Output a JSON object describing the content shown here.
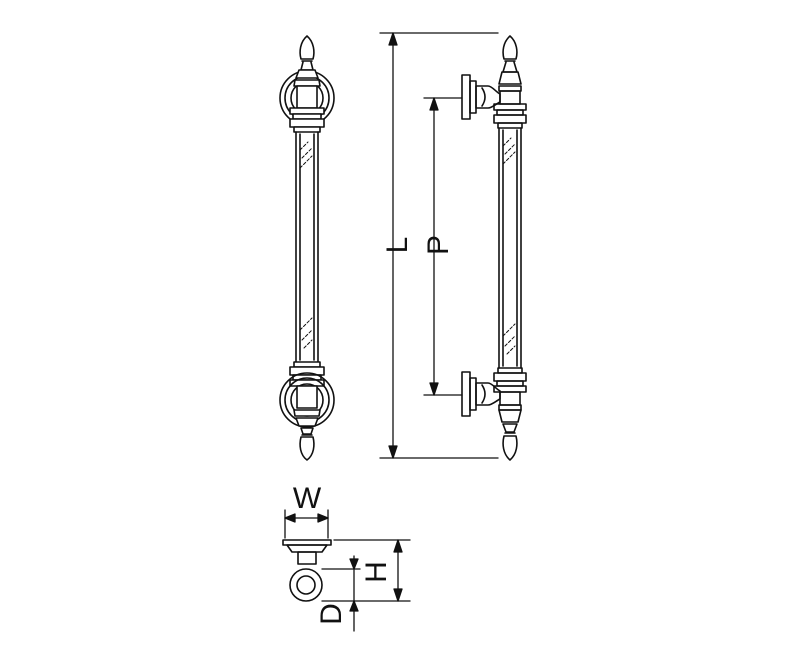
{
  "labels": {
    "length": "L",
    "pitch": "P",
    "width": "W",
    "height": "H",
    "diameter": "D"
  },
  "colors": {
    "line": "#111111",
    "background": "#ffffff"
  }
}
